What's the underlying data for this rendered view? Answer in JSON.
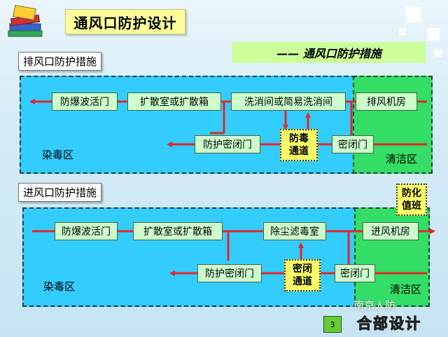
{
  "slide": {
    "title": "通风口防护设计",
    "subtitle": "——  通风口防护措施",
    "page_number": "3",
    "footer_brand": "合部设计",
    "watermark": "南京人防"
  },
  "exhaust": {
    "section_label": "排风口防护措施",
    "dirty_zone_label": "染毒区",
    "clean_zone_label": "清洁区",
    "nodes": {
      "blast_valve": "防爆波活门",
      "expansion_room": "扩散室或扩散箱",
      "decon_room": "洗消间或简易洗消间",
      "fan_room": "排风机房",
      "protective_airtight_door": "防护密闭门",
      "gas_channel": "防毒\n通道",
      "airtight_door": "密闭门"
    }
  },
  "intake": {
    "section_label": "进风口防护措施",
    "dirty_zone_label": "染毒区",
    "clean_zone_label": "清洁区",
    "duty_room": "防化\n值班",
    "nodes": {
      "blast_valve": "防爆波活门",
      "expansion_room": "扩散室或扩散箱",
      "filter_room": "除尘滤毒室",
      "fan_room": "进风机房",
      "protective_airtight_door": "防护密闭门",
      "airtight_channel": "密闭\n通道",
      "airtight_door": "密闭门"
    }
  },
  "colors": {
    "arrow": "#e3262a",
    "dirty_zone": "#33ccff",
    "clean_zone": "#33dd66",
    "node_fill": "#ccffcc",
    "highlight_fill": "#ffff66",
    "title_fill": "#ffff99"
  }
}
